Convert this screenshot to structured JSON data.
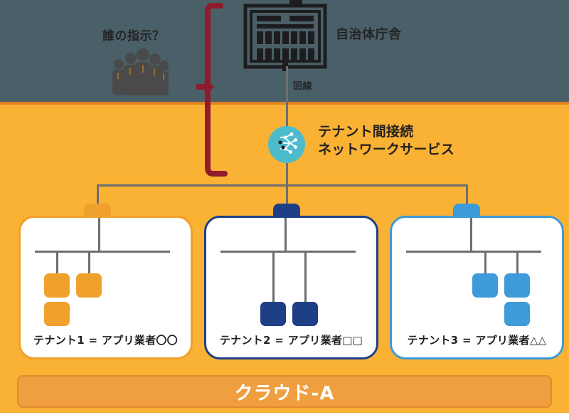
{
  "colors": {
    "sky": "#4a6068",
    "cloud": "#f9b233",
    "cloud_border": "#e0821f",
    "banner": "#ef9f3f",
    "node_teal": "#4cbccd",
    "tenant1": "#f0a02c",
    "tenant2": "#1e3f86",
    "tenant3": "#3e9ad8",
    "wire": "#6d6e71",
    "instruction_path": "#8f1b2c"
  },
  "sky": {
    "whose_instruction_label": "誰の指示？",
    "govt_building_label": "自治体庁舎",
    "line_label": "回線",
    "crowd_icon": "crowd-of-people-icon",
    "building_icon": "government-building-icon",
    "path_icon": "instruction-path-arrow"
  },
  "network_service": {
    "icon": "network-topology-icon",
    "label": "テナント間接続\nネットワークサービス"
  },
  "tenants": [
    {
      "id": "tenant-1",
      "label": "テナント1 = アプリ業者〇〇",
      "color": "#f0a02c",
      "color_name": "orange",
      "nodes": 4
    },
    {
      "id": "tenant-2",
      "label": "テナント2 = アプリ業者□□",
      "color": "#1e3f86",
      "color_name": "navy",
      "nodes": 3
    },
    {
      "id": "tenant-3",
      "label": "テナント3 = アプリ業者△△",
      "color": "#3e9ad8",
      "color_name": "blue",
      "nodes": 4
    }
  ],
  "cloud": {
    "banner_label": "クラウド-A"
  }
}
